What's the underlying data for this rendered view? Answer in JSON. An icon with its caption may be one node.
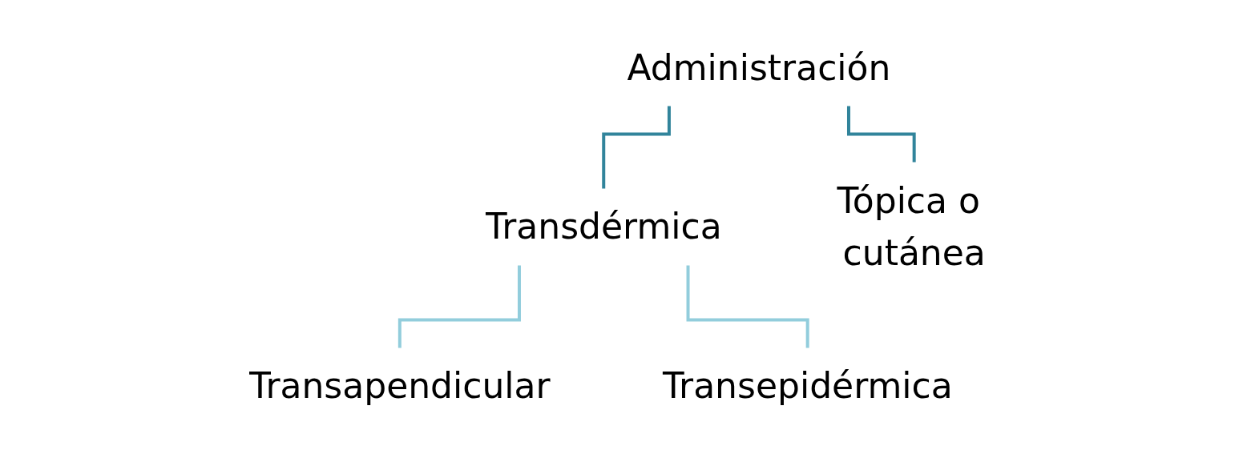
{
  "diagram": {
    "nodes": [
      {
        "text": [
          "Administración"
        ]
      },
      {
        "text": [
          "Transdérmica"
        ]
      },
      {
        "text": [
          "Tópica o cutánea"
        ]
      },
      {
        "text": [
          "Transapendicular"
        ]
      },
      {
        "text": [
          "Transepidérmica"
        ]
      }
    ],
    "edges": [
      {
        "from": 0,
        "to": 1,
        "arrow": "none",
        "color": "#31849b"
      },
      {
        "from": 0,
        "to": 2,
        "arrow": "none",
        "color": "#31849b"
      },
      {
        "from": 1,
        "to": 3,
        "arrow": "none",
        "color": "#92cddc"
      },
      {
        "from": 1,
        "to": 4,
        "arrow": "none",
        "color": "#92cddc"
      }
    ]
  }
}
